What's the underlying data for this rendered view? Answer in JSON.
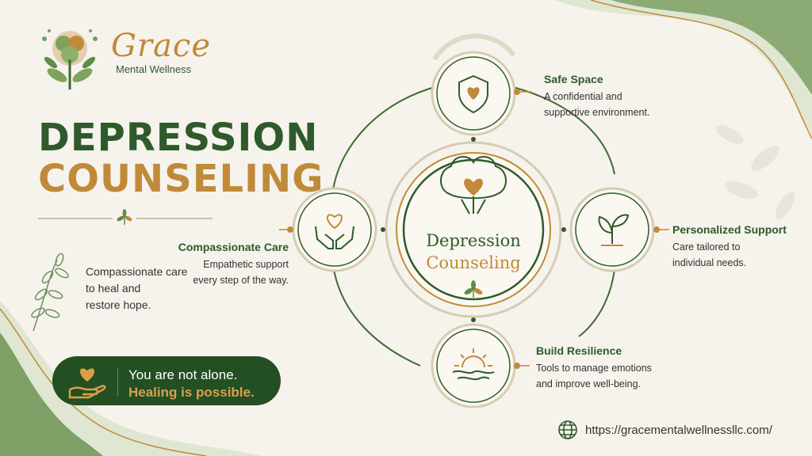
{
  "brand": {
    "name": "Grace",
    "subtitle": "Mental Wellness"
  },
  "title": {
    "line1": "DEPRESSION",
    "line2": "COUNSELING"
  },
  "tagline": [
    "Compassionate care",
    "to heal and",
    "restore hope."
  ],
  "banner": {
    "line1": "You are not alone.",
    "line2": "Healing is possible."
  },
  "center": {
    "line1": "Depression",
    "line2": "Counseling"
  },
  "features": {
    "safe_space": {
      "title": "Safe Space",
      "desc": [
        "A confidential and",
        "supportive environment."
      ]
    },
    "personalized": {
      "title": "Personalized Support",
      "desc": [
        "Care tailored to",
        "individual needs."
      ]
    },
    "resilience": {
      "title": "Build Resilience",
      "desc": [
        "Tools to manage emotions",
        "and improve well-being."
      ]
    },
    "compassionate": {
      "title": "Compassionate Care",
      "desc": [
        "Empathetic support",
        "every step of the way."
      ]
    }
  },
  "website": "https://gracementalwellnessllc.com/",
  "colors": {
    "green": "#2f5a2c",
    "gold": "#c08a3a",
    "cream": "#f6f3ec",
    "dark_green": "#234f22"
  },
  "icons": [
    "brain-tree-logo-icon",
    "shield-heart-icon",
    "sprout-icon",
    "sunrise-icon",
    "hands-heart-icon",
    "brain-heart-icon",
    "leaf-icon",
    "globe-icon"
  ]
}
